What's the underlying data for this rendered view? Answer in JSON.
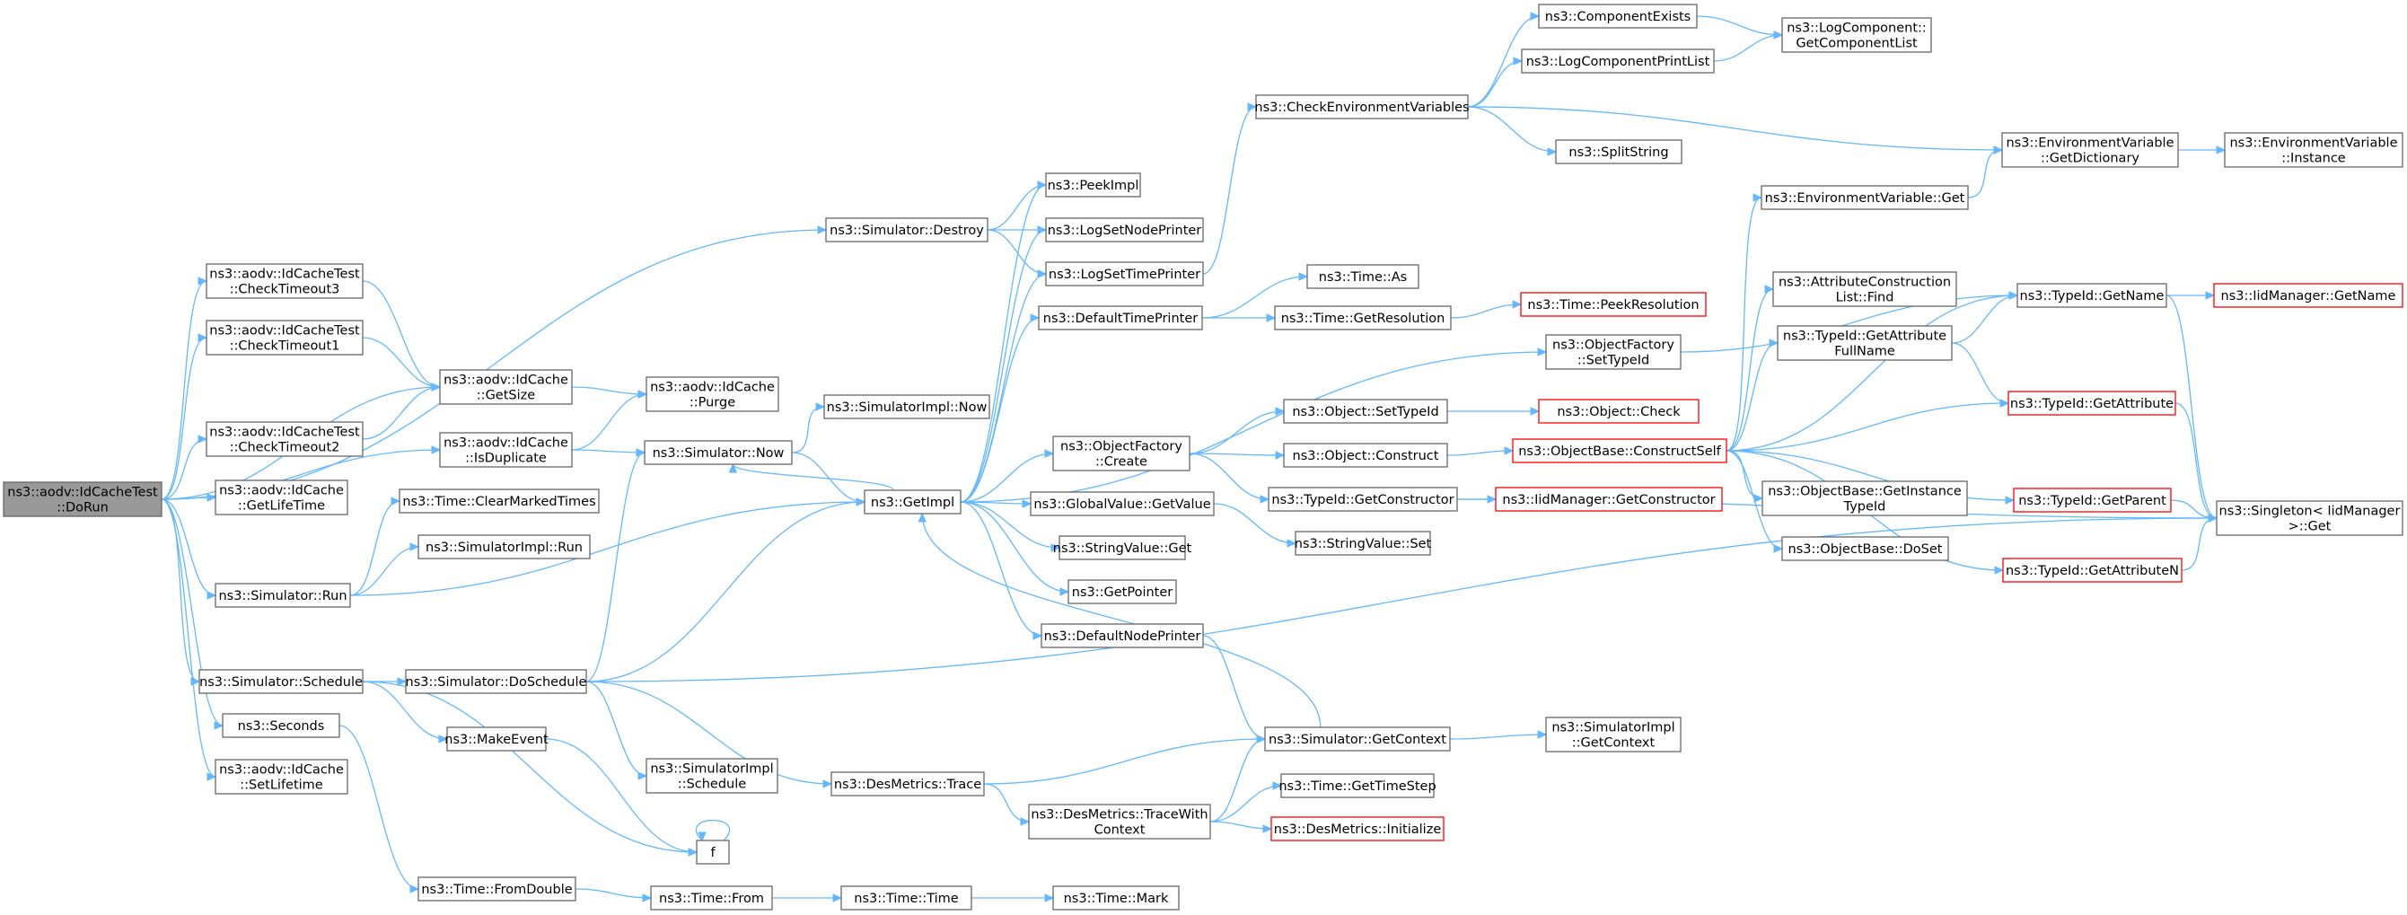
{
  "nodes": {
    "root": {
      "lines": [
        "ns3::aodv::IdCacheTest",
        "::DoRun"
      ],
      "root": true
    },
    "ct3": {
      "lines": [
        "ns3::aodv::IdCacheTest",
        "::CheckTimeout3"
      ]
    },
    "ct1": {
      "lines": [
        "ns3::aodv::IdCacheTest",
        "::CheckTimeout1"
      ]
    },
    "ct2": {
      "lines": [
        "ns3::aodv::IdCacheTest",
        "::CheckTimeout2"
      ]
    },
    "glt": {
      "lines": [
        "ns3::aodv::IdCache",
        "::GetLifeTime"
      ]
    },
    "cmt": {
      "lines": [
        "ns3::Time::ClearMarkedTimes"
      ]
    },
    "simrun": {
      "lines": [
        "ns3::Simulator::Run"
      ]
    },
    "simimplrun": {
      "lines": [
        "ns3::SimulatorImpl::Run"
      ]
    },
    "sched": {
      "lines": [
        "ns3::Simulator::Schedule"
      ]
    },
    "seconds": {
      "lines": [
        "ns3::Seconds"
      ]
    },
    "setlt": {
      "lines": [
        "ns3::aodv::IdCache",
        "::SetLifetime"
      ]
    },
    "getsize": {
      "lines": [
        "ns3::aodv::IdCache",
        "::GetSize"
      ]
    },
    "isdup": {
      "lines": [
        "ns3::aodv::IdCache",
        "::IsDuplicate"
      ]
    },
    "purge": {
      "lines": [
        "ns3::aodv::IdCache",
        "::Purge"
      ]
    },
    "destroy": {
      "lines": [
        "ns3::Simulator::Destroy"
      ]
    },
    "simimplnow": {
      "lines": [
        "ns3::SimulatorImpl::Now"
      ]
    },
    "now": {
      "lines": [
        "ns3::Simulator::Now"
      ]
    },
    "dosched": {
      "lines": [
        "ns3::Simulator::DoSchedule"
      ]
    },
    "makeev": {
      "lines": [
        "ns3::MakeEvent"
      ]
    },
    "fromdbl": {
      "lines": [
        "ns3::Time::FromDouble"
      ]
    },
    "simimplsched": {
      "lines": [
        "ns3::SimulatorImpl",
        "::Schedule"
      ]
    },
    "f": {
      "lines": [
        "f"
      ]
    },
    "desmtrace": {
      "lines": [
        "ns3::DesMetrics::Trace"
      ]
    },
    "timefrom": {
      "lines": [
        "ns3::Time::From"
      ]
    },
    "timetime": {
      "lines": [
        "ns3::Time::Time"
      ]
    },
    "timemark": {
      "lines": [
        "ns3::Time::Mark"
      ]
    },
    "getimpl": {
      "lines": [
        "ns3::GetImpl"
      ]
    },
    "peekimpl": {
      "lines": [
        "ns3::PeekImpl"
      ]
    },
    "lognode": {
      "lines": [
        "ns3::LogSetNodePrinter"
      ]
    },
    "logtime": {
      "lines": [
        "ns3::LogSetTimePrinter"
      ]
    },
    "deftime": {
      "lines": [
        "ns3::DefaultTimePrinter"
      ]
    },
    "objfcreate": {
      "lines": [
        "ns3::ObjectFactory",
        "::Create"
      ]
    },
    "gvget": {
      "lines": [
        "ns3::GlobalValue::GetValue"
      ]
    },
    "svget": {
      "lines": [
        "ns3::StringValue::Get"
      ]
    },
    "getptr": {
      "lines": [
        "ns3::GetPointer"
      ]
    },
    "defnode": {
      "lines": [
        "ns3::DefaultNodePrinter"
      ]
    },
    "desmtwc": {
      "lines": [
        "ns3::DesMetrics::TraceWith",
        "Context"
      ]
    },
    "checkenv": {
      "lines": [
        "ns3::CheckEnvironmentVariables"
      ]
    },
    "compexists": {
      "lines": [
        "ns3::ComponentExists"
      ]
    },
    "logcompplist": {
      "lines": [
        "ns3::LogComponentPrintList"
      ]
    },
    "splitstr": {
      "lines": [
        "ns3::SplitString"
      ]
    },
    "logcompget": {
      "lines": [
        "ns3::LogComponent::",
        "GetComponentList"
      ]
    },
    "timeas": {
      "lines": [
        "ns3::Time::As"
      ]
    },
    "timegetres": {
      "lines": [
        "ns3::Time::GetResolution"
      ]
    },
    "peekres": {
      "lines": [
        "ns3::Time::PeekResolution"
      ],
      "red": true
    },
    "objsettid": {
      "lines": [
        "ns3::Object::SetTypeId"
      ]
    },
    "objconstruct": {
      "lines": [
        "ns3::Object::Construct"
      ]
    },
    "tidgetctor": {
      "lines": [
        "ns3::TypeId::GetConstructor"
      ]
    },
    "svset": {
      "lines": [
        "ns3::StringValue::Set"
      ]
    },
    "objfsettid": {
      "lines": [
        "ns3::ObjectFactory",
        "::SetTypeId"
      ]
    },
    "objcheck": {
      "lines": [
        "ns3::Object::Check"
      ],
      "red": true
    },
    "objbcs": {
      "lines": [
        "ns3::ObjectBase::ConstructSelf"
      ],
      "red": true
    },
    "iidgetctor": {
      "lines": [
        "ns3::IidManager::GetConstructor"
      ],
      "red": true
    },
    "simgetctx": {
      "lines": [
        "ns3::Simulator::GetContext"
      ]
    },
    "gettimestep": {
      "lines": [
        "ns3::Time::GetTimeStep"
      ]
    },
    "desminit": {
      "lines": [
        "ns3::DesMetrics::Initialize"
      ],
      "red": true
    },
    "simimplgetctx": {
      "lines": [
        "ns3::SimulatorImpl",
        "::GetContext"
      ]
    },
    "envget": {
      "lines": [
        "ns3::EnvironmentVariable::Get"
      ]
    },
    "attrfind": {
      "lines": [
        "ns3::AttributeConstruction",
        "List::Find"
      ]
    },
    "tidgafn": {
      "lines": [
        "ns3::TypeId::GetAttribute",
        "FullName"
      ]
    },
    "obgetitid": {
      "lines": [
        "ns3::ObjectBase::GetInstance",
        "TypeId"
      ]
    },
    "obdoset": {
      "lines": [
        "ns3::ObjectBase::DoSet"
      ]
    },
    "envgetdict": {
      "lines": [
        "ns3::EnvironmentVariable",
        "::GetDictionary"
      ]
    },
    "tidgetname": {
      "lines": [
        "ns3::TypeId::GetName"
      ]
    },
    "tidgetattr": {
      "lines": [
        "ns3::TypeId::GetAttribute"
      ],
      "red": true
    },
    "tidgetparent": {
      "lines": [
        "ns3::TypeId::GetParent"
      ],
      "red": true
    },
    "tidgetattrn": {
      "lines": [
        "ns3::TypeId::GetAttributeN"
      ],
      "red": true
    },
    "envinst": {
      "lines": [
        "ns3::EnvironmentVariable",
        "::Instance"
      ]
    },
    "iidgetname": {
      "lines": [
        "ns3::IidManager::GetName"
      ],
      "red": true
    },
    "singleton": {
      "lines": [
        "ns3::Singleton< IidManager",
        " >::Get"
      ]
    }
  },
  "edges": [
    [
      "root",
      "destroy"
    ],
    [
      "root",
      "ct3"
    ],
    [
      "root",
      "ct1"
    ],
    [
      "root",
      "getsize"
    ],
    [
      "root",
      "ct2"
    ],
    [
      "root",
      "glt"
    ],
    [
      "root",
      "isdup"
    ],
    [
      "root",
      "simrun"
    ],
    [
      "root",
      "sched"
    ],
    [
      "root",
      "seconds"
    ],
    [
      "root",
      "setlt"
    ],
    [
      "ct3",
      "getsize"
    ],
    [
      "ct1",
      "getsize"
    ],
    [
      "ct2",
      "getsize"
    ],
    [
      "getsize",
      "purge"
    ],
    [
      "isdup",
      "purge"
    ],
    [
      "isdup",
      "now"
    ],
    [
      "simrun",
      "cmt"
    ],
    [
      "simrun",
      "simimplrun"
    ],
    [
      "simrun",
      "getimpl"
    ],
    [
      "sched",
      "dosched"
    ],
    [
      "sched",
      "makeev"
    ],
    [
      "sched",
      "f"
    ],
    [
      "seconds",
      "fromdbl"
    ],
    [
      "destroy",
      "peekimpl"
    ],
    [
      "destroy",
      "lognode"
    ],
    [
      "destroy",
      "logtime"
    ],
    [
      "now",
      "simimplnow"
    ],
    [
      "now",
      "getimpl"
    ],
    [
      "dosched",
      "now"
    ],
    [
      "dosched",
      "getimpl"
    ],
    [
      "dosched",
      "simimplsched"
    ],
    [
      "dosched",
      "desmtrace"
    ],
    [
      "dosched",
      "singleton"
    ],
    [
      "makeev",
      "f"
    ],
    [
      "f",
      "f"
    ],
    [
      "fromdbl",
      "timefrom"
    ],
    [
      "timefrom",
      "timetime"
    ],
    [
      "timetime",
      "timemark"
    ],
    [
      "desmtrace",
      "simgetctx"
    ],
    [
      "desmtrace",
      "desmtwc"
    ],
    [
      "getimpl",
      "peekimpl"
    ],
    [
      "getimpl",
      "lognode"
    ],
    [
      "getimpl",
      "logtime"
    ],
    [
      "getimpl",
      "deftime"
    ],
    [
      "getimpl",
      "objfcreate"
    ],
    [
      "getimpl",
      "objfsettid"
    ],
    [
      "getimpl",
      "gvget"
    ],
    [
      "getimpl",
      "svget"
    ],
    [
      "getimpl",
      "getptr"
    ],
    [
      "getimpl",
      "defnode"
    ],
    [
      "getimpl",
      "now"
    ],
    [
      "logtime",
      "checkenv"
    ],
    [
      "deftime",
      "timeas"
    ],
    [
      "deftime",
      "timegetres"
    ],
    [
      "timegetres",
      "peekres"
    ],
    [
      "objfcreate",
      "objsettid"
    ],
    [
      "objfcreate",
      "objconstruct"
    ],
    [
      "objfcreate",
      "tidgetctor"
    ],
    [
      "gvget",
      "svset"
    ],
    [
      "defnode",
      "simgetctx"
    ],
    [
      "desmtwc",
      "simgetctx"
    ],
    [
      "desmtwc",
      "gettimestep"
    ],
    [
      "desmtwc",
      "desminit"
    ],
    [
      "simgetctx",
      "getimpl"
    ],
    [
      "simgetctx",
      "simimplgetctx"
    ],
    [
      "checkenv",
      "compexists"
    ],
    [
      "checkenv",
      "logcompplist"
    ],
    [
      "checkenv",
      "splitstr"
    ],
    [
      "checkenv",
      "envgetdict"
    ],
    [
      "compexists",
      "logcompget"
    ],
    [
      "logcompplist",
      "logcompget"
    ],
    [
      "objsettid",
      "objcheck"
    ],
    [
      "objconstruct",
      "objbcs"
    ],
    [
      "tidgetctor",
      "iidgetctor"
    ],
    [
      "tidgetctor",
      "singleton"
    ],
    [
      "objfsettid",
      "tidgetname"
    ],
    [
      "objbcs",
      "envget"
    ],
    [
      "objbcs",
      "attrfind"
    ],
    [
      "objbcs",
      "tidgafn"
    ],
    [
      "objbcs",
      "tidgetname"
    ],
    [
      "objbcs",
      "tidgetattr"
    ],
    [
      "objbcs",
      "obgetitid"
    ],
    [
      "objbcs",
      "obdoset"
    ],
    [
      "objbcs",
      "tidgetparent"
    ],
    [
      "objbcs",
      "tidgetattrn"
    ],
    [
      "envget",
      "envgetdict"
    ],
    [
      "envgetdict",
      "envinst"
    ],
    [
      "tidgafn",
      "tidgetname"
    ],
    [
      "tidgafn",
      "tidgetattr"
    ],
    [
      "tidgetname",
      "iidgetname"
    ],
    [
      "tidgetname",
      "singleton"
    ],
    [
      "tidgetattr",
      "singleton"
    ],
    [
      "tidgetparent",
      "singleton"
    ],
    [
      "tidgetattrn",
      "singleton"
    ]
  ]
}
